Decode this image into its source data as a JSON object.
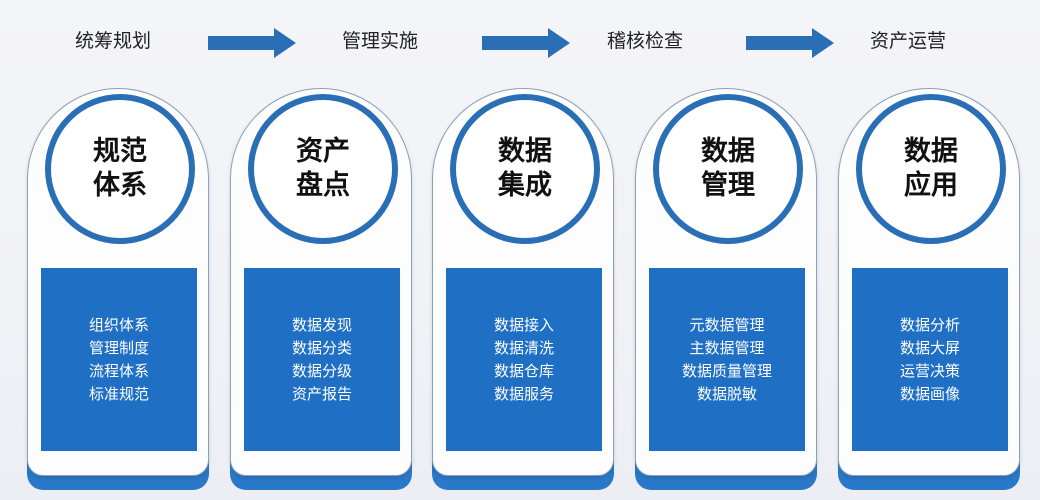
{
  "stages": [
    "统筹规划",
    "管理实施",
    "稽核检查",
    "资产运营"
  ],
  "colors": {
    "accent": "#2a6fb5",
    "box": "#1f6fc5"
  },
  "cards": [
    {
      "title": [
        "规范",
        "体系"
      ],
      "items": [
        "组织体系",
        "管理制度",
        "流程体系",
        "标准规范"
      ]
    },
    {
      "title": [
        "资产",
        "盘点"
      ],
      "items": [
        "数据发现",
        "数据分类",
        "数据分级",
        "资产报告"
      ]
    },
    {
      "title": [
        "数据",
        "集成"
      ],
      "items": [
        "数据接入",
        "数据清洗",
        "数据仓库",
        "数据服务"
      ]
    },
    {
      "title": [
        "数据",
        "管理"
      ],
      "items": [
        "元数据管理",
        "主数据管理",
        "数据质量管理",
        "数据脱敏"
      ]
    },
    {
      "title": [
        "数据",
        "应用"
      ],
      "items": [
        "数据分析",
        "数据大屏",
        "运营决策",
        "数据画像"
      ]
    }
  ]
}
